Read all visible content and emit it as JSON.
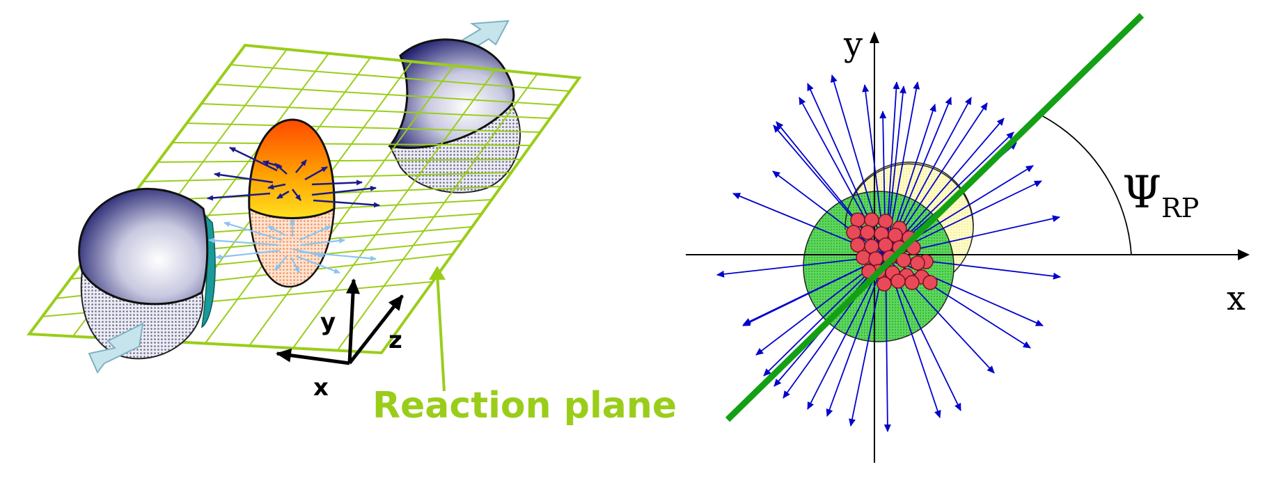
{
  "left_panel": {
    "axis_labels": {
      "x": "x",
      "y": "y",
      "z": "z"
    },
    "plane_label": "Reaction plane",
    "colors": {
      "plane": "#9acd1a",
      "nucleus_dark": "#2a2a7a",
      "overlap_top": "#ff5a00",
      "overlap_mid": "#ffd200",
      "flow_arrow_dark": "#1a1a8a",
      "flow_arrow_light": "#8cc4f0",
      "beam_arrow": "#c6e4ec"
    }
  },
  "right_panel": {
    "axis_labels": {
      "x": "x",
      "y": "y"
    },
    "angle_label": {
      "symbol": "Ψ",
      "subscript": "RP"
    },
    "colors": {
      "reaction_plane_line": "#14a014",
      "particle_arrow": "#0000cc",
      "nucleus_a": "#fffaa8",
      "nucleus_b": "#44cc44",
      "nucleon": "#e84a5a"
    }
  }
}
